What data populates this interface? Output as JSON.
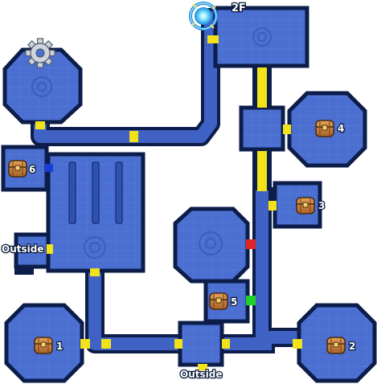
{
  "map": {
    "floor_label": "2F",
    "outside_label_left": "Outside",
    "outside_label_bottom": "Outside",
    "chests": [
      {
        "number": "1"
      },
      {
        "number": "2"
      },
      {
        "number": "3"
      },
      {
        "number": "4"
      },
      {
        "number": "5"
      },
      {
        "number": "6"
      }
    ],
    "colors": {
      "room_fill": "#4a6fd0",
      "room_border": "#0d1d4a",
      "corridor": "#3f62c4",
      "door_yellow": "#f2e21a",
      "door_blue": "#1a3adb",
      "door_red": "#e32424",
      "door_green": "#1fd12a"
    },
    "icons": [
      "gear-icon",
      "warp-portal-icon",
      "treasure-chest-icon"
    ]
  }
}
